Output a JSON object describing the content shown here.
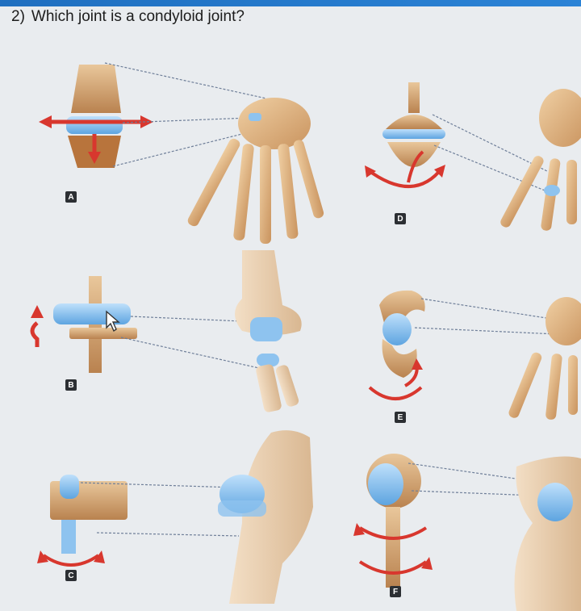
{
  "question": {
    "number": "2)",
    "text": "Which joint is a condyloid joint?"
  },
  "labels": {
    "a": "A",
    "b": "B",
    "c": "C",
    "d": "D",
    "e": "E",
    "f": "F"
  },
  "colors": {
    "bone": "#e2b98a",
    "bone_dark": "#b88757",
    "cartilage": "#8ec3ef",
    "arrow": "#d8372e",
    "leader": "#6f7f99"
  }
}
